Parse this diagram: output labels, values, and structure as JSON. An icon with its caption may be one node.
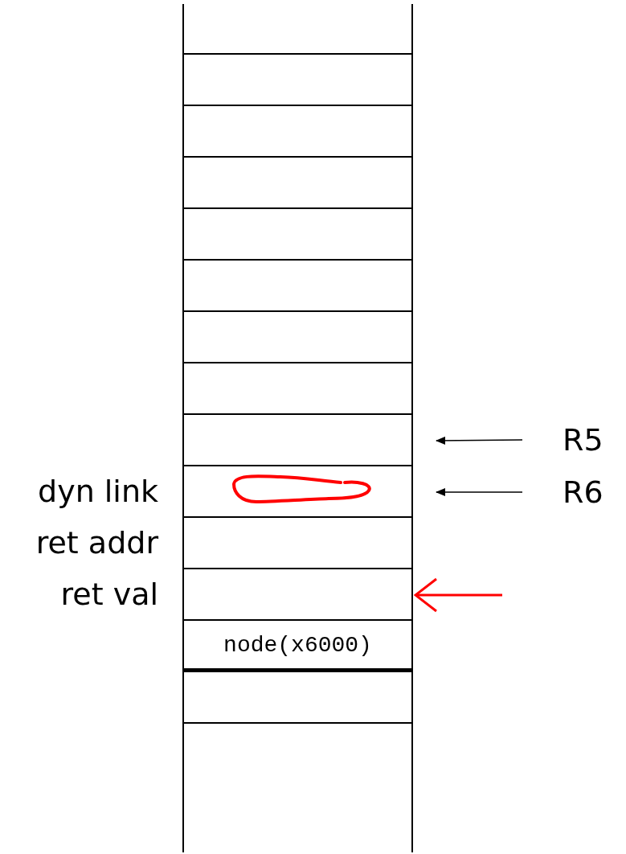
{
  "diagram": {
    "nodes": [
      {
        "text": [],
        "shape": "box"
      },
      {
        "text": [],
        "shape": "box"
      },
      {
        "text": [],
        "shape": "box"
      },
      {
        "text": [],
        "shape": "box"
      },
      {
        "text": [],
        "shape": "box"
      },
      {
        "text": [],
        "shape": "box"
      },
      {
        "text": [],
        "shape": "box"
      },
      {
        "text": [],
        "shape": "box"
      },
      {
        "text": [],
        "shape": "box"
      },
      {
        "text": [],
        "shape": "box",
        "beside": [
          "dyn link"
        ]
      },
      {
        "text": [],
        "shape": "box",
        "beside": [
          "ret addr"
        ]
      },
      {
        "text": [],
        "shape": "box",
        "beside": [
          "ret val"
        ]
      },
      {
        "text": [
          "node(x6000)"
        ]
      },
      {
        "text": [],
        "shape": "box"
      },
      {
        "text": [],
        "shape": "box"
      },
      {
        "text": [
          "R5"
        ]
      },
      {
        "text": [
          "R6"
        ]
      }
    ],
    "edges": [
      {
        "from": 15,
        "to": 8,
        "arrow": "to"
      },
      {
        "from": 16,
        "to": 9,
        "arrow": "to"
      },
      {
        "from": null,
        "to": 11,
        "arrow": "to",
        "color": "#ff0000"
      }
    ]
  }
}
